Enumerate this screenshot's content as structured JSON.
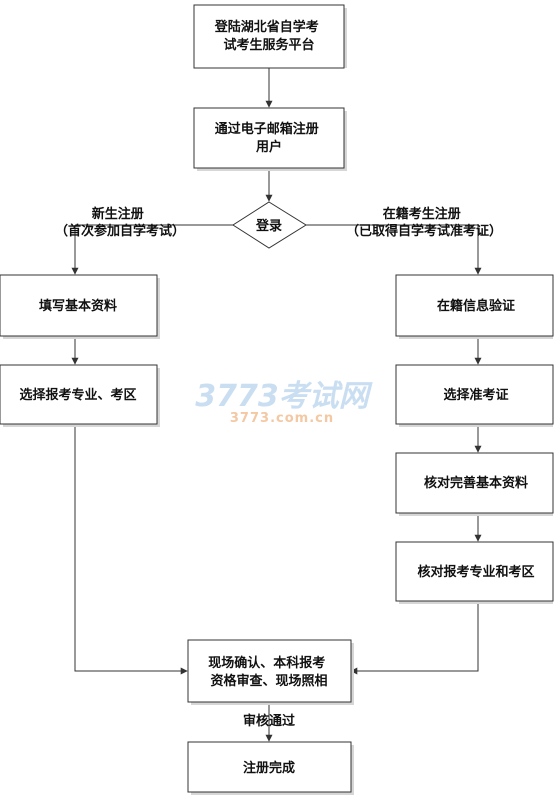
{
  "nodes": {
    "login_platform": [
      "登陆湖北省自学考",
      "试考生服务平台"
    ],
    "register_email": [
      "通过电子邮箱注册",
      "用户"
    ],
    "login": [
      "登录"
    ],
    "fill_basic_info": [
      "填写基本资料"
    ],
    "select_major_area": [
      "选择报考专业、考区"
    ],
    "verify_enrollment": [
      "在籍信息验证"
    ],
    "select_admission_ticket": [
      "选择准考证"
    ],
    "check_basic_info": [
      "核对完善基本资料"
    ],
    "check_major_area": [
      "核对报考专业和考区"
    ],
    "onsite_confirm": [
      "现场确认、本科报考",
      "资格审查、现场照相"
    ],
    "registration_complete": [
      "注册完成"
    ]
  },
  "labels": {
    "new_student": [
      "新生注册",
      "（首次参加自学考试）"
    ],
    "enrolled_student": [
      "在籍考生注册",
      "（已取得自学考试准考证）"
    ],
    "review_passed": [
      "审核通过"
    ]
  },
  "watermark": {
    "main": "3773考试网",
    "sub": "3773.com.cn"
  }
}
